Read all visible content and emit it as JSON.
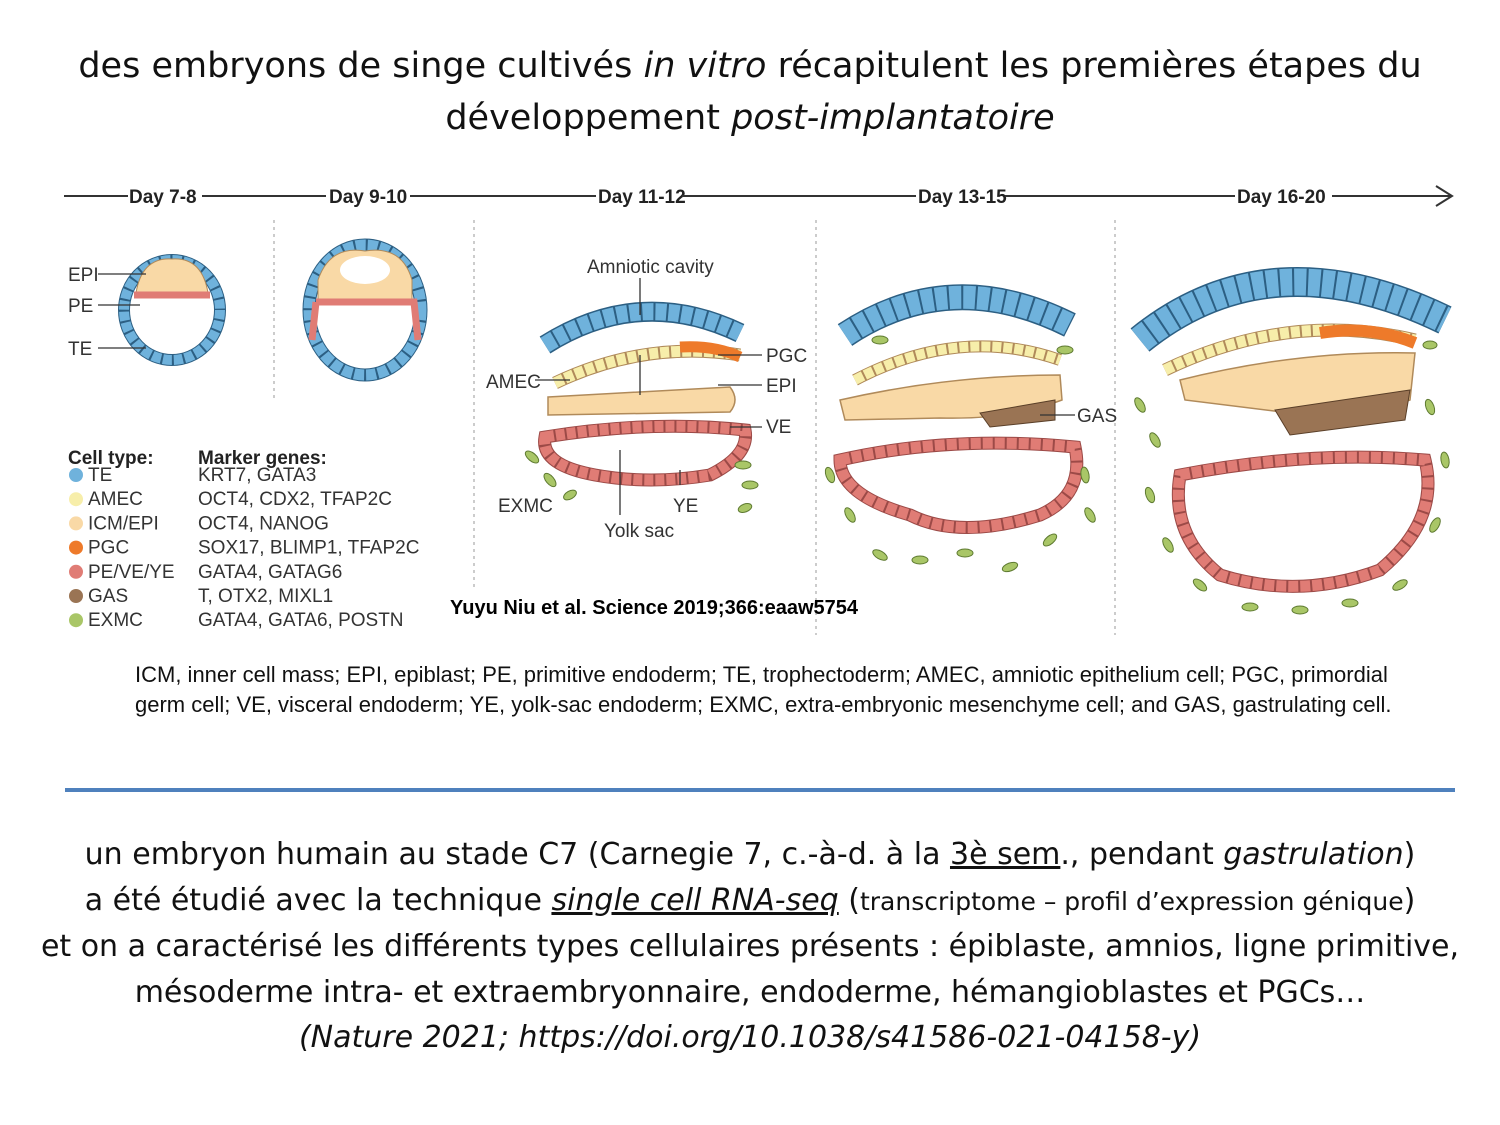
{
  "title": {
    "line1_a": "des embryons de singe cultivés ",
    "line1_italic": "in vitro",
    "line1_b": " récapitulent les premières étapes du",
    "line2_a": "développement ",
    "line2_italic": "post-implantatoire"
  },
  "timeline": {
    "days": [
      "Day 7-8",
      "Day 9-10",
      "Day 11-12",
      "Day 13-15",
      "Day 16-20"
    ]
  },
  "labels": {
    "epi": "EPI",
    "pe": "PE",
    "te": "TE",
    "amniotic_cavity": "Amniotic cavity",
    "amec": "AMEC",
    "pgc": "PGC",
    "epi2": "EPI",
    "ve": "VE",
    "exmc": "EXMC",
    "ye": "YE",
    "yolk_sac": "Yolk sac",
    "gas": "GAS"
  },
  "legend": {
    "cell_type_header": "Cell type:",
    "marker_header": "Marker genes:",
    "rows": [
      {
        "type": "TE",
        "genes": "KRT7, GATA3",
        "color": "#6fb2dc"
      },
      {
        "type": "AMEC",
        "genes": "OCT4, CDX2, TFAP2C",
        "color": "#f7eeaa"
      },
      {
        "type": "ICM/EPI",
        "genes": "OCT4, NANOG",
        "color": "#f9d9a6"
      },
      {
        "type": "PGC",
        "genes": "SOX17, BLIMP1, TFAP2C",
        "color": "#ee7a2a"
      },
      {
        "type": "PE/VE/YE",
        "genes": "GATA4, GATAG6",
        "color": "#e07c75"
      },
      {
        "type": "GAS",
        "genes": "T, OTX2, MIXL1",
        "color": "#9a7454"
      },
      {
        "type": "EXMC",
        "genes": "GATA4, GATA6, POSTN",
        "color": "#a9c667"
      }
    ]
  },
  "citation": "Yuyu Niu et al. Science 2019;366:eaaw5754",
  "abbreviations": "ICM, inner cell mass; EPI, epiblast; PE, primitive endoderm; TE, trophectoderm; AMEC, amniotic epithelium cell; PGC, primordial germ cell; VE, visceral endoderm; YE, yolk-sac endoderm; EXMC, extra-embryonic mesenchyme cell; and GAS, gastrulating cell.",
  "bottom": {
    "l1_a": "un embryon humain au stade C7 (Carnegie 7, c.-à-d. à la ",
    "l1_u": "3è sem",
    "l1_b": "., pendant ",
    "l1_i": "gastrulation",
    "l1_c": ")",
    "l2_a": "a été étudié avec la technique ",
    "l2_iu": "single cell RNA-seq",
    "l2_b": " (",
    "l2_small": "transcriptome – profil d’expression génique",
    "l2_c": ")",
    "l3": "et on a caractérisé les différents types cellulaires présents : épiblaste, amnios, ligne primitive,",
    "l4": "mésoderme intra- et extraembryonnaire, endoderme, hémangioblastes et PGCs…",
    "l5": "(Nature 2021; https://doi.org/10.1038/s41586-021-04158-y)"
  },
  "colors": {
    "te": "#6fb2dc",
    "amec": "#f7eeaa",
    "epi": "#f9d9a6",
    "pgc": "#ee7a2a",
    "pe": "#e07c75",
    "gas": "#9a7454",
    "exmc": "#a9c667",
    "divider": "#4f81bd"
  }
}
